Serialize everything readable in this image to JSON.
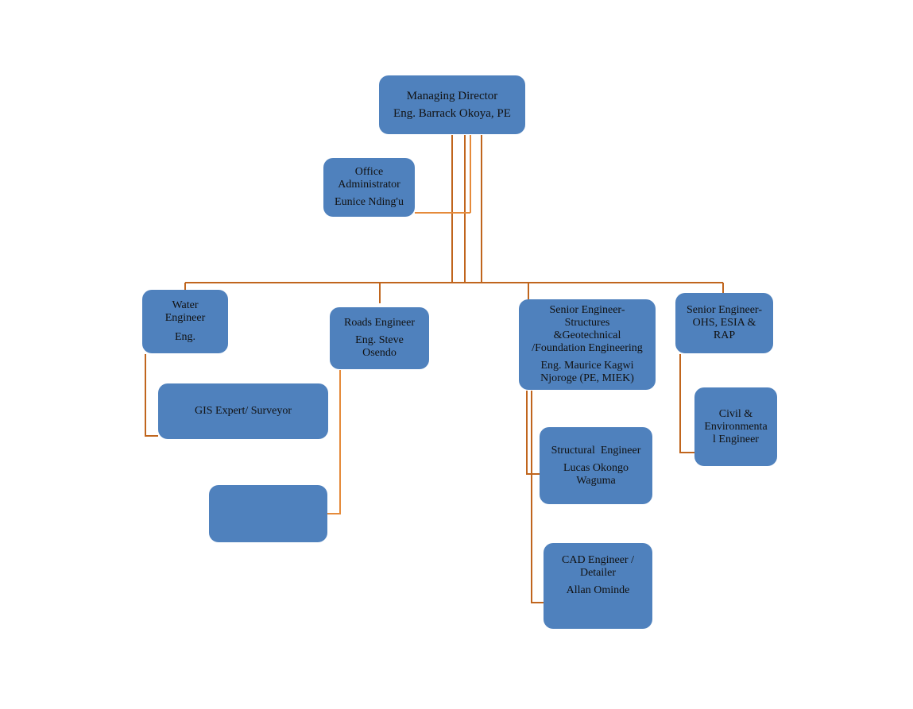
{
  "colors": {
    "box_fill": "#4f81bd",
    "connector_dark": "#c0651d",
    "connector_light": "#e58a3a"
  },
  "nodes": {
    "managing_director": {
      "title": "Managing Director",
      "name": "Eng. Barrack Okoya, PE"
    },
    "office_administrator": {
      "title_1": "Office",
      "title_2": "Administrator",
      "name": "Eunice Nding'u"
    },
    "water_engineer": {
      "title_1": "Water",
      "title_2": "Engineer",
      "name": "Eng."
    },
    "gis_expert": {
      "title": "GIS Expert/ Surveyor"
    },
    "roads_engineer": {
      "title": "Roads Engineer",
      "name_1": "Eng. Steve",
      "name_2": "Osendo"
    },
    "blank_box": {},
    "senior_engineer_structures": {
      "title_1": "Senior Engineer-",
      "title_2": "Structures",
      "title_3": "&Geotechnical",
      "title_4": "/Foundation Engineering",
      "name_1": "Eng. Maurice Kagwi",
      "name_2": "Njoroge (PE, MIEK)"
    },
    "structural_engineer": {
      "title": "Structural  Engineer",
      "name_1": "Lucas Okongo",
      "name_2": "Waguma"
    },
    "cad_engineer": {
      "title_1": "CAD Engineer /",
      "title_2": "Detailer",
      "name": "Allan Ominde"
    },
    "senior_engineer_ohs": {
      "title_1": "Senior Engineer-",
      "title_2": "OHS, ESIA &",
      "title_3": "RAP"
    },
    "civil_environmental_engineer": {
      "title_1": "Civil &",
      "title_2": "Environmenta",
      "title_3": "l Engineer"
    }
  }
}
